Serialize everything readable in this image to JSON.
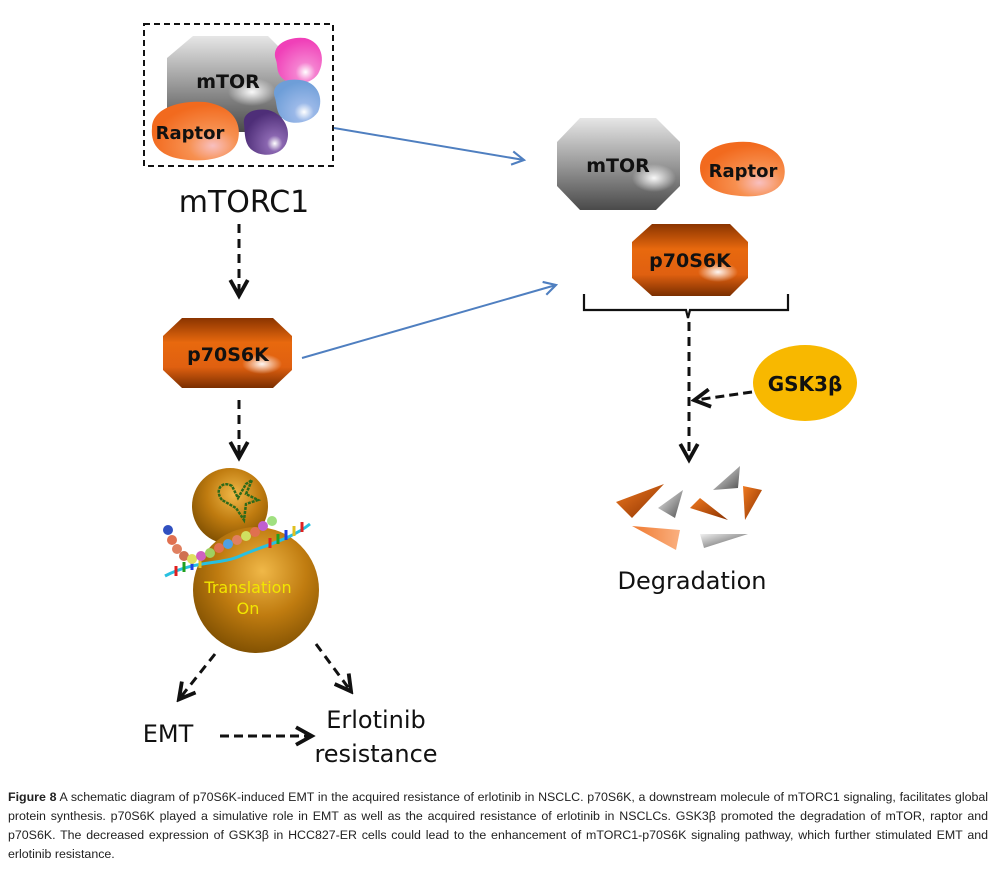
{
  "diagram": {
    "mtorc1_complex": {
      "mtor_label": "mTOR",
      "raptor_label": "Raptor",
      "complex_label": "mTORC1"
    },
    "dissociated": {
      "mtor_label": "mTOR",
      "raptor_label": "Raptor",
      "p70s6k_label": "p70S6K"
    },
    "p70s6k_label": "p70S6K",
    "ribosome": {
      "line1": "Translation",
      "line2": "On"
    },
    "gsk3b_label": "GSK3β",
    "degradation_label": "Degradation",
    "emt_label": "EMT",
    "erlotinib_line1": "Erlotinib",
    "erlotinib_line2": "resistance",
    "colors": {
      "orange_dark": "#b84a00",
      "orange": "#e8690e",
      "raptor": "#f5813b",
      "gray": "#8a8a8a",
      "gsk3b": "#f8b800",
      "ribosome": "#b8780a",
      "blue_arrow": "#4f7fc0",
      "pink": "#f04cc0",
      "light_blue": "#7aaee0",
      "purple": "#5c3d8a",
      "translation_text": "#f2e600"
    }
  },
  "caption": {
    "label": "Figure 8",
    "text": " A schematic diagram of p70S6K-induced EMT in the acquired resistance of erlotinib in NSCLC. p70S6K, a downstream molecule of mTORC1 signaling, facilitates global protein synthesis. p70S6K played a simulative role in EMT as well as the acquired resistance of erlotinib in NSCLCs. GSK3β promoted the degradation of mTOR, raptor and p70S6K. The decreased expression of GSK3β in HCC827-ER cells could lead to the enhancement of mTORC1-p70S6K signaling pathway, which further stimulated EMT and erlotinib resistance."
  }
}
